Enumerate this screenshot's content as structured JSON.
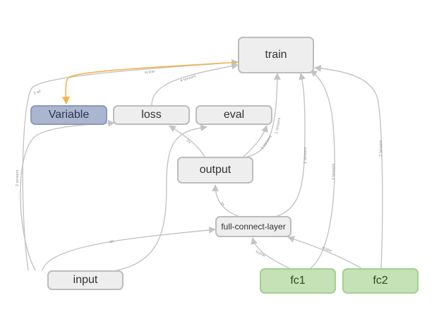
{
  "graph": {
    "nodes": {
      "train": "train",
      "variable": "Variable",
      "loss": "loss",
      "eval": "eval",
      "output": "output",
      "full_connect_layer": "full-connect-layer",
      "input": "input",
      "fc1": "fc1",
      "fc2": "fc2"
    },
    "edge_labels": {
      "train_variable": "scalar",
      "loss_train": "4 tensors",
      "input_train": "3 all",
      "input_variable": "2 tensors",
      "output_loss": "2x",
      "output_eval": "2 tensors",
      "output_train": "2 tensors",
      "fcl_output": "3x",
      "fcl_train": "2 tensors",
      "fc1_train": "2 tensors",
      "fc2_train": "2 tensors",
      "input_fcl": "all",
      "fc1_fcl": "scalar",
      "fc2_fcl": "scalar"
    },
    "colors": {
      "edge": "#c4c4c4",
      "highlight_edge": "#f6b44a",
      "variable_fill": "#aab6d0",
      "green_fill": "#c4e2b6",
      "default_fill": "#eeeeee"
    }
  }
}
